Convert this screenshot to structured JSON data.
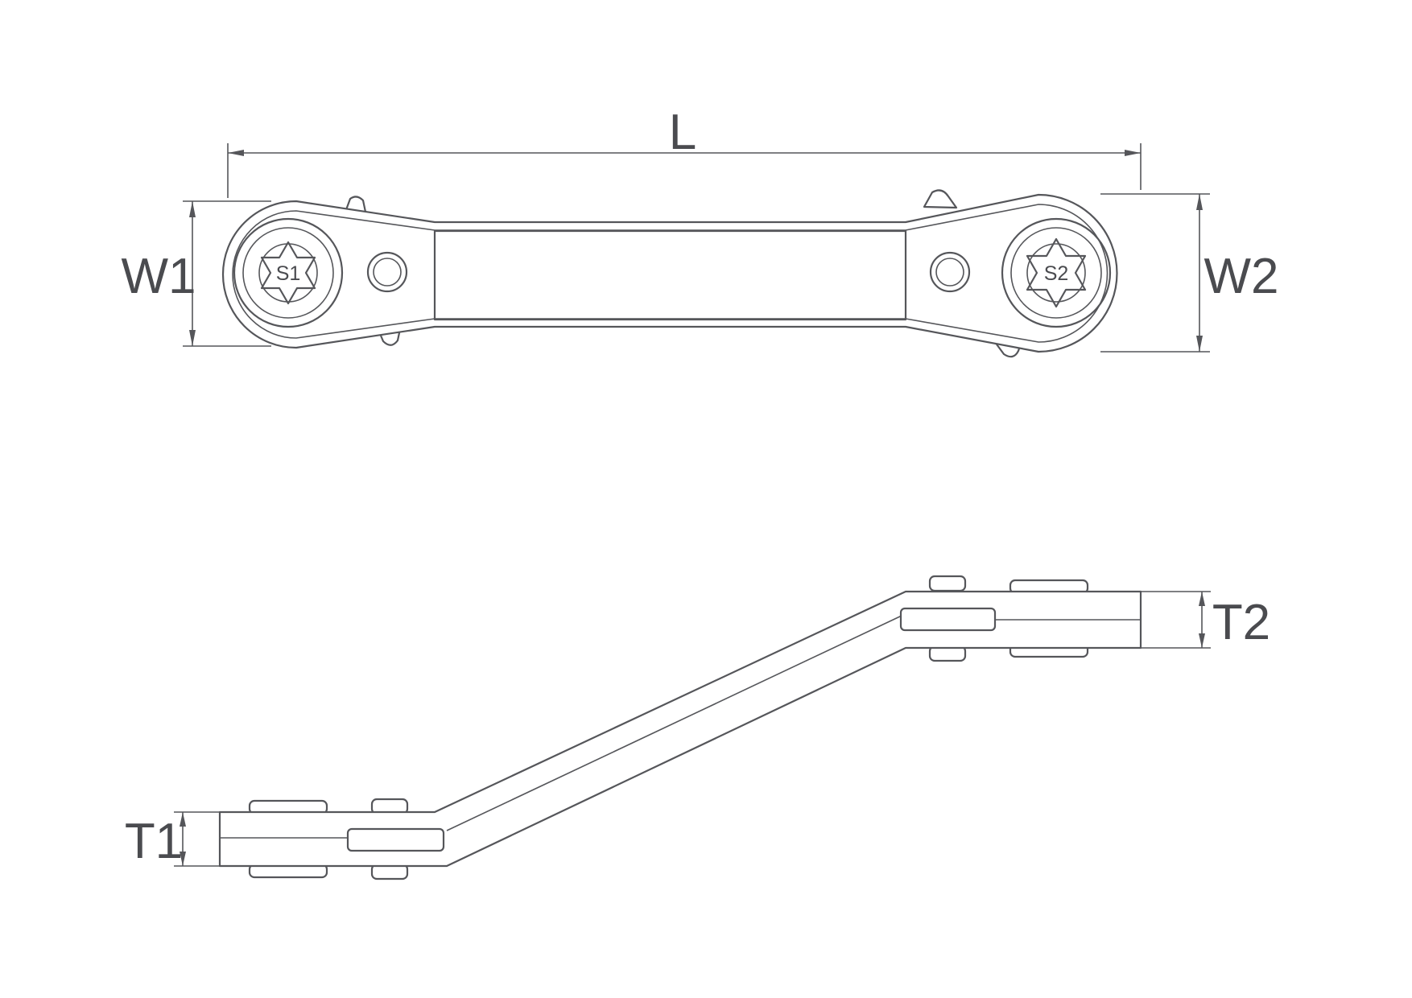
{
  "drawing": {
    "labels": {
      "length": "L",
      "width_1": "W1",
      "width_2": "W2",
      "thickness_1": "T1",
      "thickness_2": "T2",
      "socket_1": "S1",
      "socket_2": "S2"
    },
    "line_color": "#55565a",
    "text_color": "#4a4b4f",
    "background": "#ffffff"
  }
}
